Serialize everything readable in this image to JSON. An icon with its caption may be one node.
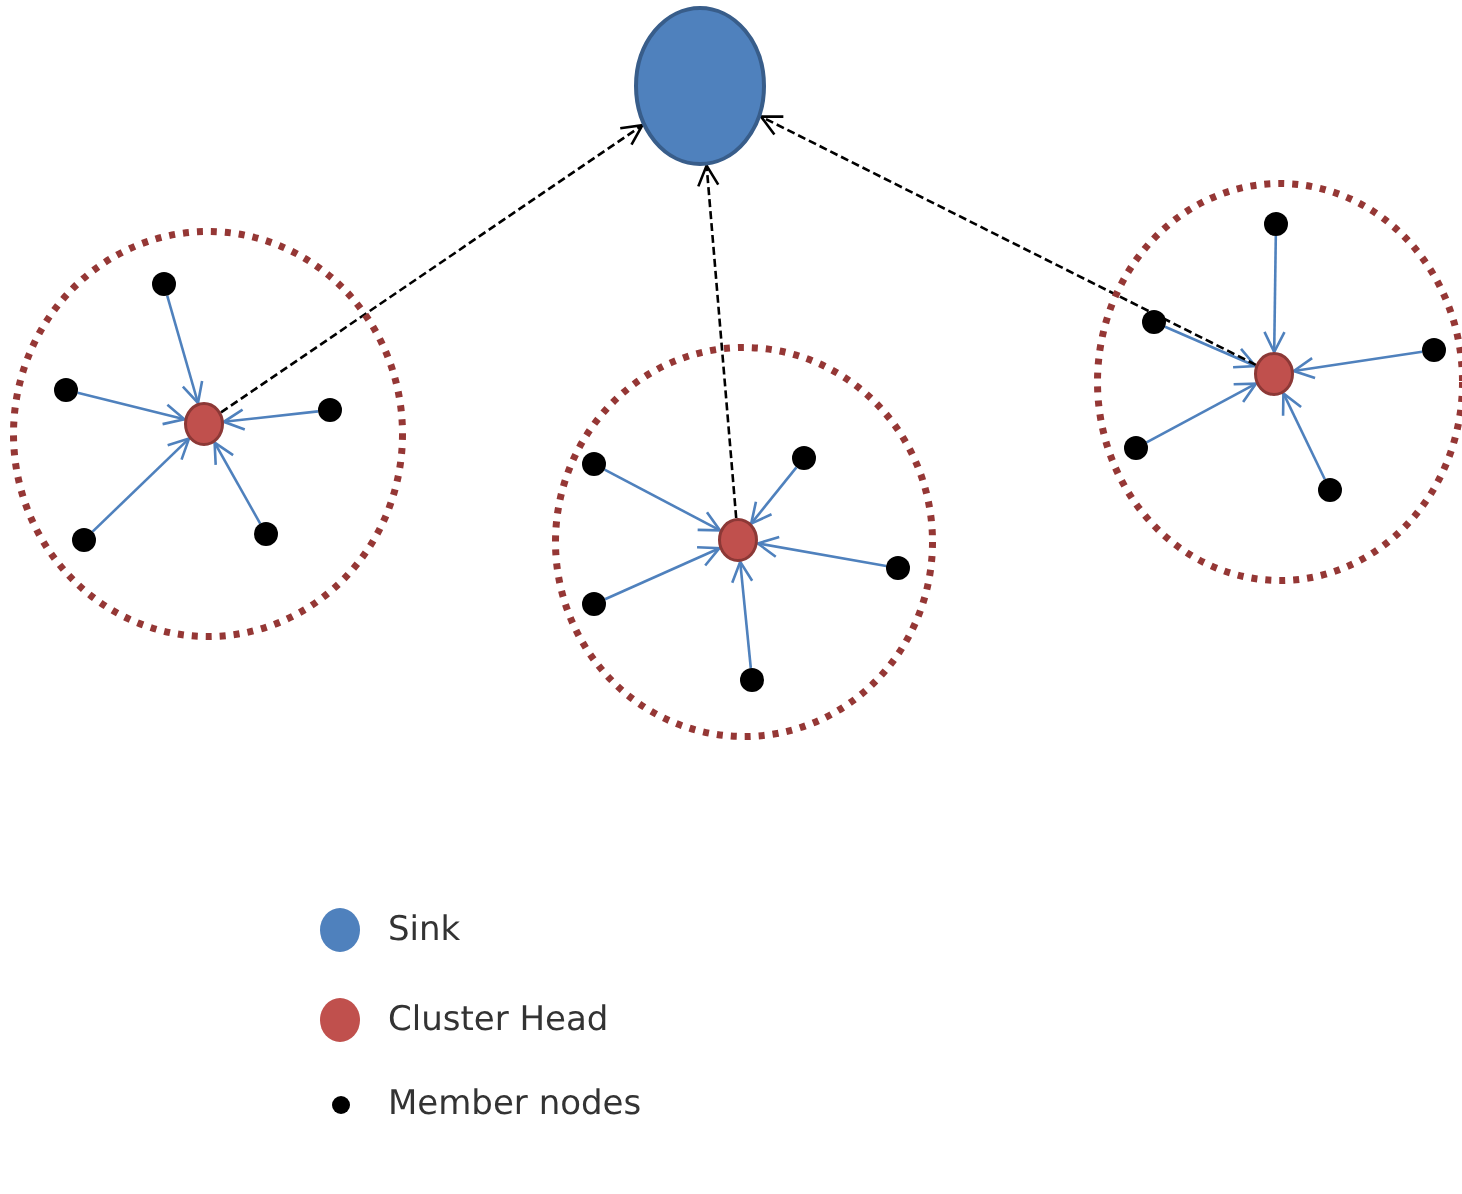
{
  "diagram": {
    "nodes": [
      {
        "text": [],
        "shape": "circle"
      },
      {
        "text": [],
        "shape": "circle"
      },
      {
        "text": [],
        "shape": "circle",
        "in": 1
      },
      {
        "text": [],
        "shape": "circle",
        "in": 1
      },
      {
        "text": [],
        "shape": "circle",
        "in": 1
      },
      {
        "text": [],
        "shape": "circle",
        "in": 1
      },
      {
        "text": [],
        "shape": "circle",
        "in": 1
      },
      {
        "text": [],
        "shape": "circle",
        "in": 1
      },
      {
        "text": [],
        "shape": "circle"
      },
      {
        "text": [],
        "shape": "circle",
        "in": 8
      },
      {
        "text": [],
        "shape": "circle",
        "in": 8
      },
      {
        "text": [],
        "shape": "circle",
        "in": 8
      },
      {
        "text": [],
        "shape": "circle",
        "in": 8
      },
      {
        "text": [],
        "shape": "circle",
        "in": 8
      },
      {
        "text": [],
        "shape": "circle",
        "in": 8
      },
      {
        "text": [],
        "shape": "circle"
      },
      {
        "text": [],
        "shape": "circle",
        "in": 15
      },
      {
        "text": [],
        "shape": "circle",
        "in": 15
      },
      {
        "text": [],
        "shape": "circle",
        "in": 15
      },
      {
        "text": [],
        "shape": "circle",
        "in": 15
      },
      {
        "text": [],
        "shape": "circle",
        "in": 15
      },
      {
        "text": [],
        "shape": "circle",
        "in": 15
      }
    ],
    "edges": [
      {
        "from": 3,
        "to": 2,
        "arrow": "to"
      },
      {
        "from": 4,
        "to": 2,
        "arrow": "to"
      },
      {
        "from": 5,
        "to": 2,
        "arrow": "to"
      },
      {
        "from": 6,
        "to": 2,
        "arrow": "to"
      },
      {
        "from": 7,
        "to": 2,
        "arrow": "to"
      },
      {
        "from": 2,
        "to": 0,
        "arrow": "to",
        "style": "dashed",
        "color": "#000000"
      },
      {
        "from": 10,
        "to": 9,
        "arrow": "to"
      },
      {
        "from": 11,
        "to": 9,
        "arrow": "to"
      },
      {
        "from": 12,
        "to": 9,
        "arrow": "to"
      },
      {
        "from": 13,
        "to": 9,
        "arrow": "to"
      },
      {
        "from": 14,
        "to": 9,
        "arrow": "to"
      },
      {
        "from": 9,
        "to": 0,
        "arrow": "to",
        "style": "dashed",
        "color": "#000000"
      },
      {
        "from": 17,
        "to": 16,
        "arrow": "to"
      },
      {
        "from": 18,
        "to": 16,
        "arrow": "to"
      },
      {
        "from": 19,
        "to": 16,
        "arrow": "to"
      },
      {
        "from": 20,
        "to": 16,
        "arrow": "to"
      },
      {
        "from": 21,
        "to": 16,
        "arrow": "to"
      },
      {
        "from": 16,
        "to": 0,
        "arrow": "to",
        "style": "dashed",
        "color": "#000000"
      }
    ],
    "legend": [
      {
        "text": "Sink",
        "color": "#4f81bd"
      },
      {
        "text": "Cluster Head",
        "color": "#c0504d"
      },
      {
        "text": "Member nodes",
        "color": "#000000"
      }
    ]
  }
}
